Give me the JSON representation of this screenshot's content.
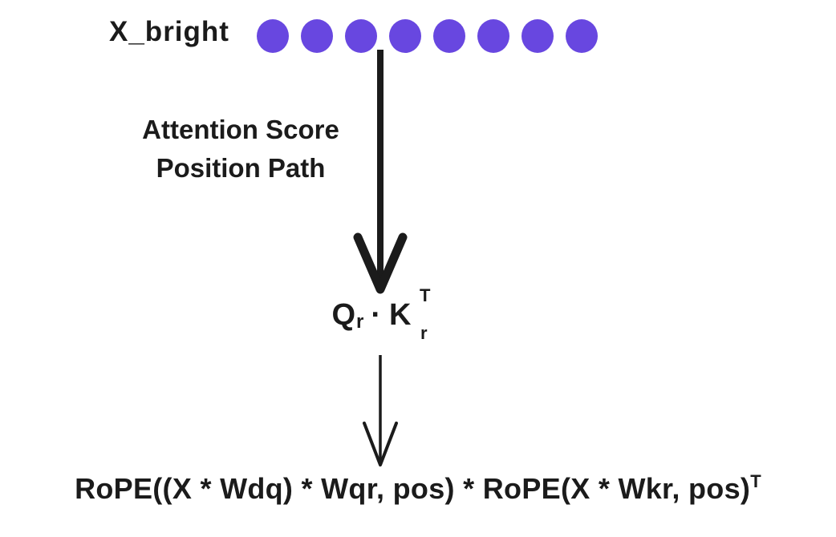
{
  "diagram": {
    "background_color": "#ffffff",
    "ink_color": "#1b1b1b",
    "input_label": "X_bright",
    "token_dots": {
      "count": 8,
      "color": "#6847e0"
    },
    "edge_label": {
      "line1": "Attention Score",
      "line2": "Position Path"
    },
    "qk_formula": {
      "q": "Q",
      "q_sub": "r",
      "operator": "·",
      "k": "K",
      "k_sup": "T",
      "k_sub": "r"
    },
    "rope_formula": {
      "body": "RoPE((X * Wdq) * Wqr, pos) * RoPE(X * Wkr, pos)",
      "sup": "T"
    }
  }
}
